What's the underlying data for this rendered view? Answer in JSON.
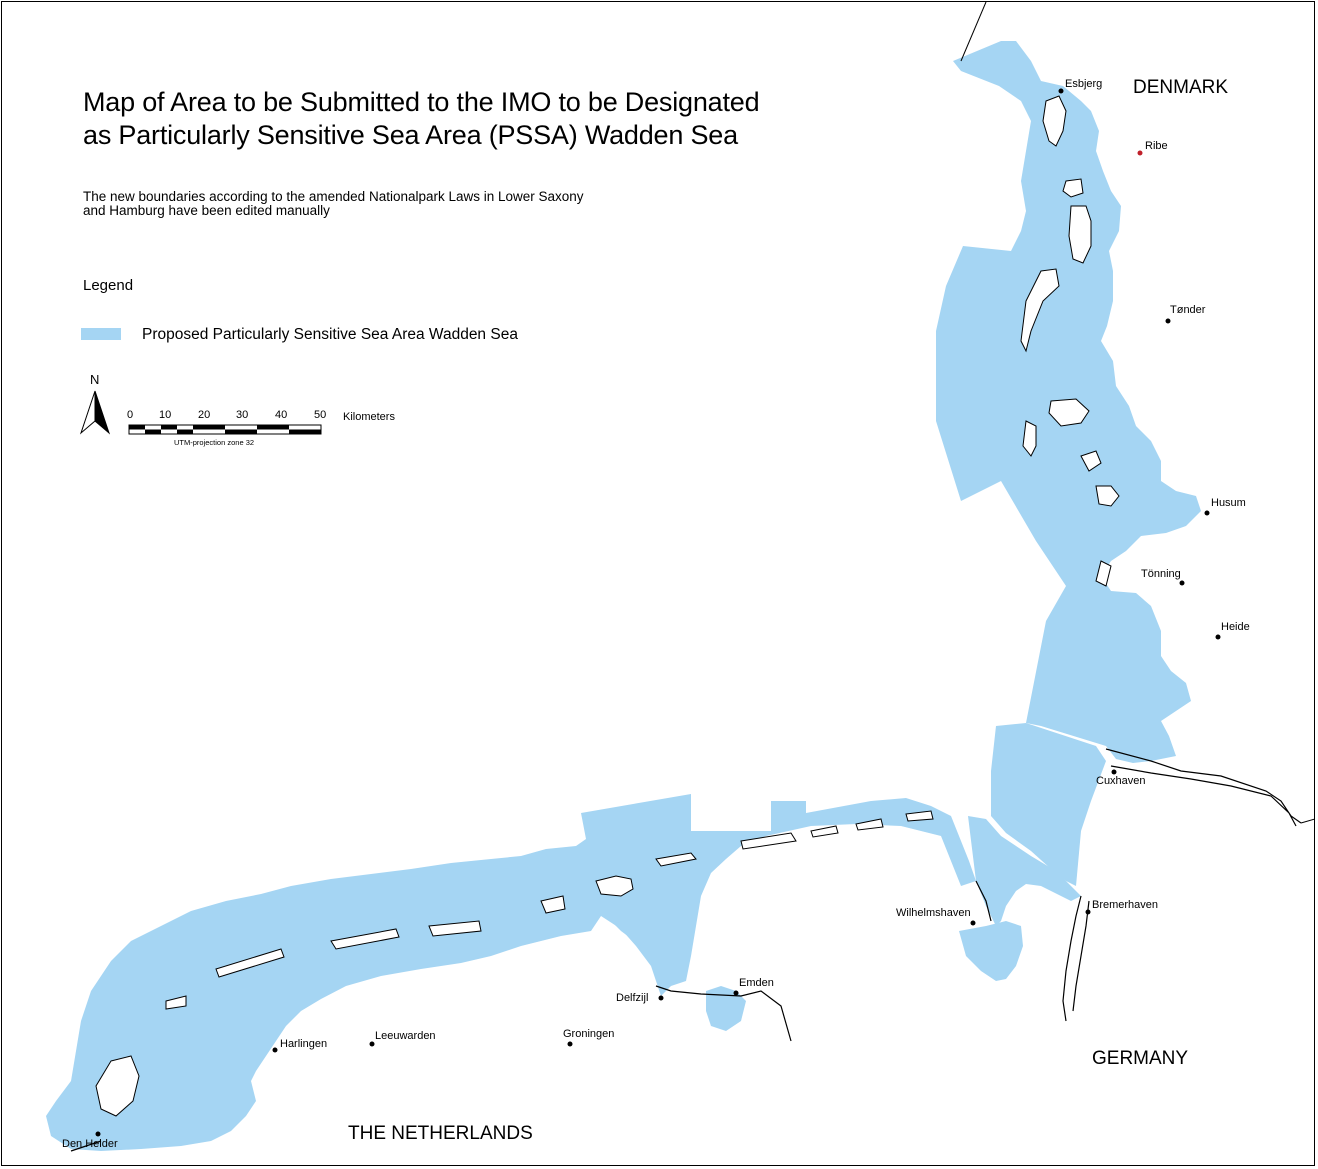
{
  "title_line1": "Map of Area to be Submitted to the IMO to be Designated",
  "title_line2": "as Particularly Sensitive Sea Area (PSSA) Wadden Sea",
  "subtitle_line1": "The new boundaries according to the amended Nationalpark Laws in Lower Saxony",
  "subtitle_line2": "and Hamburg have been edited manually",
  "legend": {
    "heading": "Legend",
    "items": [
      {
        "label": "Proposed Particularly Sensitive Sea Area Wadden Sea",
        "color": "#a5d5f3",
        "icon": "legend-swatch"
      }
    ]
  },
  "north_arrow": {
    "letter": "N",
    "icon": "north-arrow-icon"
  },
  "scale_bar": {
    "ticks": [
      "0",
      "10",
      "20",
      "30",
      "40",
      "50"
    ],
    "unit": "Kilometers",
    "caption": "UTM-projection zone 32"
  },
  "cities": [
    {
      "name": "Esbjerg"
    },
    {
      "name": "Ribe"
    },
    {
      "name": "Tønder"
    },
    {
      "name": "Husum"
    },
    {
      "name": "Tönning"
    },
    {
      "name": "Heide"
    },
    {
      "name": "Cuxhaven"
    },
    {
      "name": "Bremerhaven"
    },
    {
      "name": "Wilhelmshaven"
    },
    {
      "name": "Emden"
    },
    {
      "name": "Delfzijl"
    },
    {
      "name": "Groningen"
    },
    {
      "name": "Leeuwarden"
    },
    {
      "name": "Harlingen"
    },
    {
      "name": "Den Helder"
    }
  ],
  "countries": {
    "denmark": "DENMARK",
    "germany": "GERMANY",
    "netherlands": "THE NETHERLANDS"
  },
  "colors": {
    "sea_area": "#a5d5f3",
    "land": "#ffffff",
    "coastline": "#000000",
    "ribe_marker": "#c0202a",
    "city_marker": "#000000"
  }
}
